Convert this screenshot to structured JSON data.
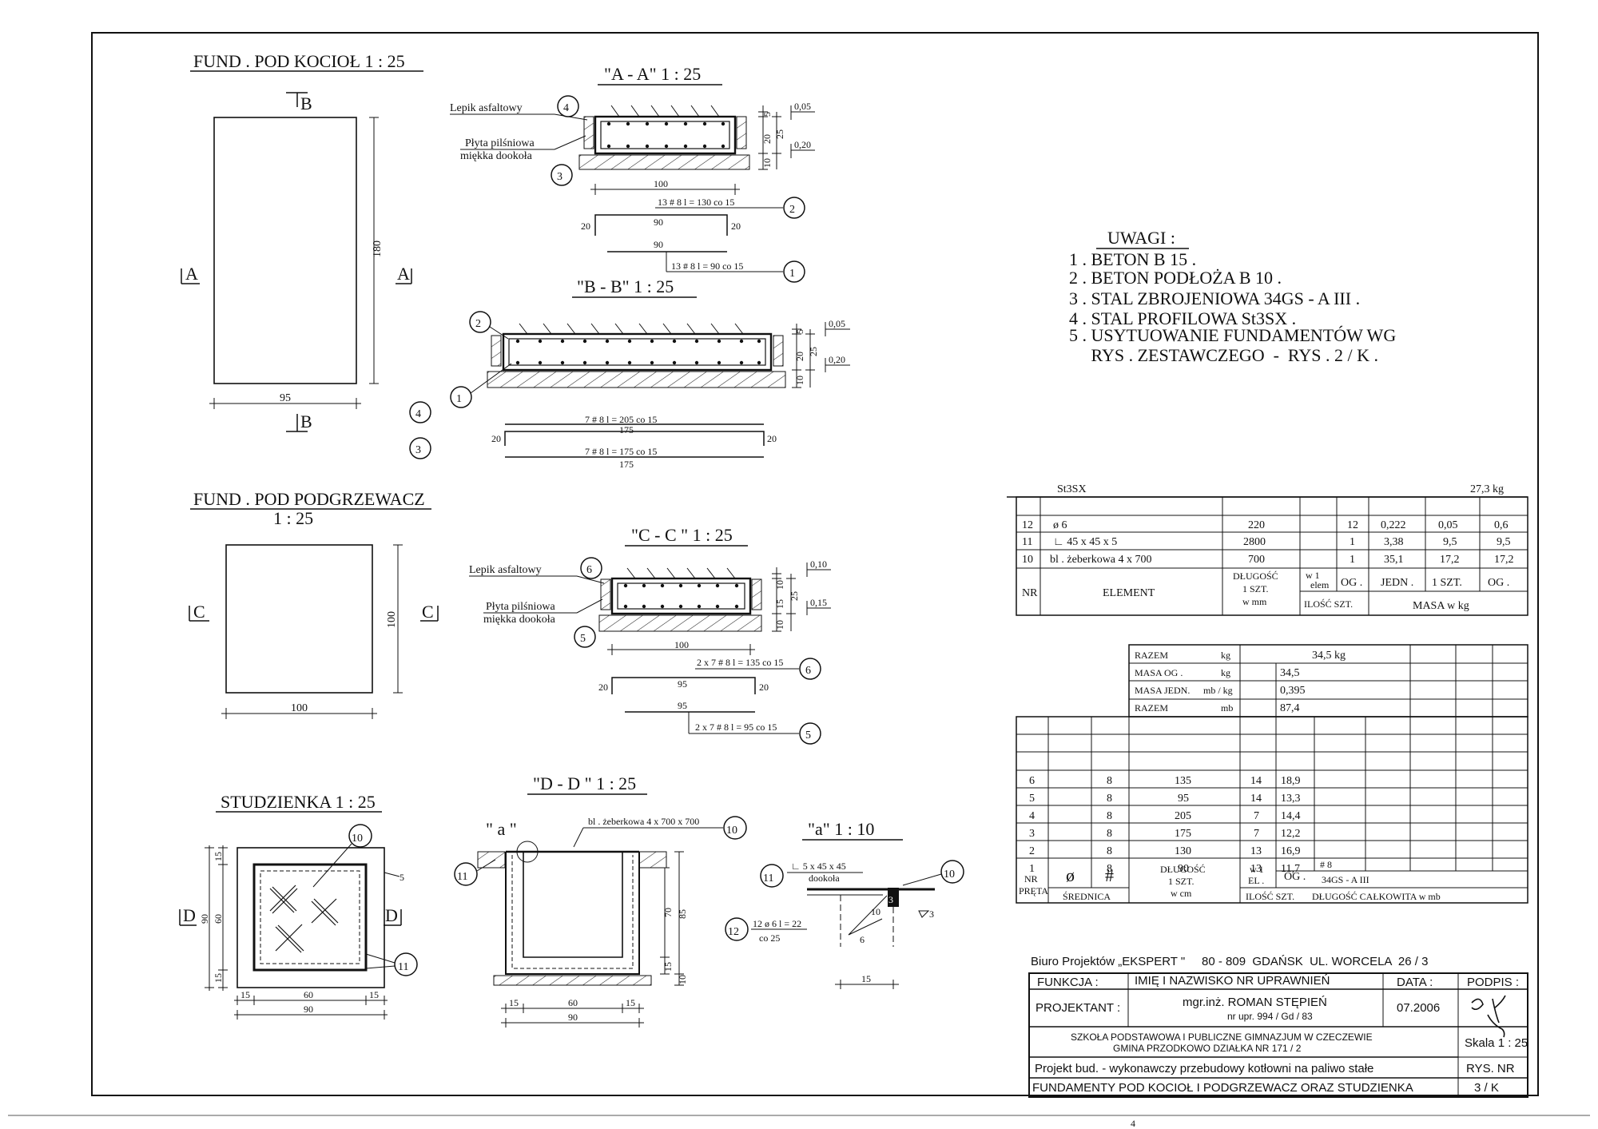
{
  "titles": {
    "kociol": "FUND . POD KOCIOŁ  1 : 25",
    "podgrzewacz_1": "FUND . POD PODGRZEWACZ",
    "podgrzewacz_2": "1 : 25",
    "studzienka": "STUDZIENKA  1 : 25",
    "sec_aa": "\"A - A\"  1 : 25",
    "sec_bb": "\"B - B\"  1 : 25",
    "sec_cc": "\"C - C \"  1 : 25",
    "sec_dd": "\"D - D \"  1 : 25",
    "detail_a": "\"a\"  1 : 10",
    "detail_a_mark": "\" a \""
  },
  "marks": {
    "A": "A",
    "B": "B",
    "C": "C",
    "D": "D"
  },
  "dims": {
    "k_w": "95",
    "k_h": "180",
    "p_w": "100",
    "p_h": "100",
    "s_15": "15",
    "s_60": "60",
    "s_90": "90",
    "s_5": "5",
    "aa_100": "100",
    "aa_5": "5",
    "aa_20": "20",
    "aa_25": "25",
    "aa_10": "10",
    "lvl_005": "0,05",
    "lvl_020": "0,20",
    "lvl_010": "0,10",
    "lvl_015": "0,15",
    "d_70": "70",
    "d_85": "85",
    "d_15": "15",
    "d_10": "10",
    "d_3": "3",
    "d_6": "6"
  },
  "labels": {
    "lepik": "Lepik asfaltowy",
    "plyta1": "Płyta pilśniowa",
    "plyta2": "miękka dookoła",
    "blacha": "bl . żeberkowa  4 x 700 x 700",
    "katownik": "∟ 5 x 45 x 45",
    "dookola": "dookoła",
    "pret12": "12 ø 6  l = 22",
    "co25": "co 25"
  },
  "bars": {
    "b2": "13 # 8  l = 130  co 15",
    "b1": "13 # 8  l = 90  co 15",
    "b4": "7 # 8  l = 205  co 15",
    "b3": "7 # 8  l = 175  co 15",
    "b6": "2 x 7 # 8  l = 135  co 15",
    "b5": "2 x 7 # 8  l = 95  co 15",
    "d90": "90",
    "d20": "20",
    "d175": "175",
    "d95": "95"
  },
  "callouts": [
    "1",
    "2",
    "3",
    "4",
    "5",
    "6",
    "10",
    "11",
    "12"
  ],
  "uwagi": {
    "title": "UWAGI :",
    "items": [
      "1 . BETON  B 15 .",
      "2 . BETON  PODŁOŻA  B 10 .",
      "3 . STAL  ZBROJENIOWA  34GS - A III .",
      "4 . STAL  PROFILOWA  St3SX .",
      "5 . USYTUOWANIE  FUNDAMENTÓW  WG",
      "     RYS . ZESTAWCZEGO  -  RYS . 2 / K ."
    ]
  },
  "profile_table": {
    "steel": "St3SX",
    "total": "27,3  kg",
    "rows": [
      {
        "nr": "12",
        "el": "ø 6",
        "len": "220",
        "szt": "12",
        "unit": "0,222",
        "one": "0,05",
        "og": "0,6"
      },
      {
        "nr": "11",
        "el": "∟ 45 x 45 x 5",
        "len": "2800",
        "szt": "1",
        "unit": "3,38",
        "one": "9,5",
        "og": "9,5"
      },
      {
        "nr": "10",
        "el": "bl . żeberkowa  4 x 700",
        "len": "700",
        "szt": "1",
        "unit": "35,1",
        "one": "17,2",
        "og": "17,2"
      }
    ],
    "h_nr": "NR",
    "h_el": "ELEMENT",
    "h_len1": "DŁUGOŚĆ",
    "h_len2": "1 SZT.",
    "h_len3": "w mm",
    "h_w1a": "w 1",
    "h_w1b": "elem",
    "h_og": "OG .",
    "h_ilosc": "ILOŚĆ SZT.",
    "h_jedn": "JEDN .",
    "h_1szt": "1 SZT.",
    "h_og2": "OG .",
    "h_masa": "MASA  w  kg"
  },
  "rebar_table": {
    "summary": [
      {
        "label": "RAZEM",
        "unit": "kg",
        "value": "34,5  kg"
      },
      {
        "label": "MASA  OG .",
        "unit": "kg",
        "value": "34,5"
      },
      {
        "label": "MASA  JEDN.",
        "unit": "mb / kg",
        "value": "0,395"
      },
      {
        "label": "RAZEM",
        "unit": "mb",
        "value": "87,4"
      }
    ],
    "rows": [
      {
        "nr": "6",
        "d": "8",
        "len": "135",
        "szt": "14",
        "tot": "18,9"
      },
      {
        "nr": "5",
        "d": "8",
        "len": "95",
        "szt": "14",
        "tot": "13,3"
      },
      {
        "nr": "4",
        "d": "8",
        "len": "205",
        "szt": "7",
        "tot": "14,4"
      },
      {
        "nr": "3",
        "d": "8",
        "len": "175",
        "szt": "7",
        "tot": "12,2"
      },
      {
        "nr": "2",
        "d": "8",
        "len": "130",
        "szt": "13",
        "tot": "16,9"
      },
      {
        "nr": "1",
        "d": "8",
        "len": "90",
        "szt": "13",
        "tot": "11,7"
      }
    ],
    "h_nr": "NR",
    "h_preta": "PRĘTA",
    "h_fi": "ø",
    "h_hash": "#",
    "h_srednica": "ŚREDNICA",
    "h_len1": "DŁUGOŚĆ",
    "h_len2": "1 SZT.",
    "h_len3": "w cm",
    "h_w1": "w 1",
    "h_el": "EL .",
    "h_og": "OG .",
    "h_ilosc": "ILOŚĆ SZT.",
    "h_8": "# 8",
    "h_steel": "34GS - A III",
    "h_dl": "DŁUGOŚĆ  CAŁKOWITA  w  mb"
  },
  "title_block": {
    "office": "Biuro Projektów „EKSPERT \"     80 - 809  GDAŃSK  UL. WORCELA  26 / 3",
    "funkcja": "FUNKCJA :",
    "imie": "IMIĘ I NAZWISKO  NR UPRAWNIEŃ",
    "data": "DATA :",
    "podpis": "PODPIS :",
    "projektant": "PROJEKTANT :",
    "name": "mgr.inż. ROMAN  STĘPIEŃ",
    "upr": "nr upr. 994 / Gd / 83",
    "date": "07.2006",
    "client1": "SZKOŁA  PODSTAWOWA  I  PUBLICZNE  GIMNAZJUM  W  CZECZEWIE",
    "client2": "GMINA  PRZODKOWO  DZIAŁKA  NR  171 / 2",
    "scale": "Skala  1 : 25",
    "project": "Projekt  bud. - wykonawczy  przebudowy  kotłowni  na  paliwo  stałe",
    "drawing": "FUNDAMENTY  POD  KOCIOŁ  I  PODGRZEWACZ  ORAZ  STUDZIENKA",
    "rys1": "RYS. NR",
    "rys2": "3  / K"
  },
  "page_no": "4"
}
